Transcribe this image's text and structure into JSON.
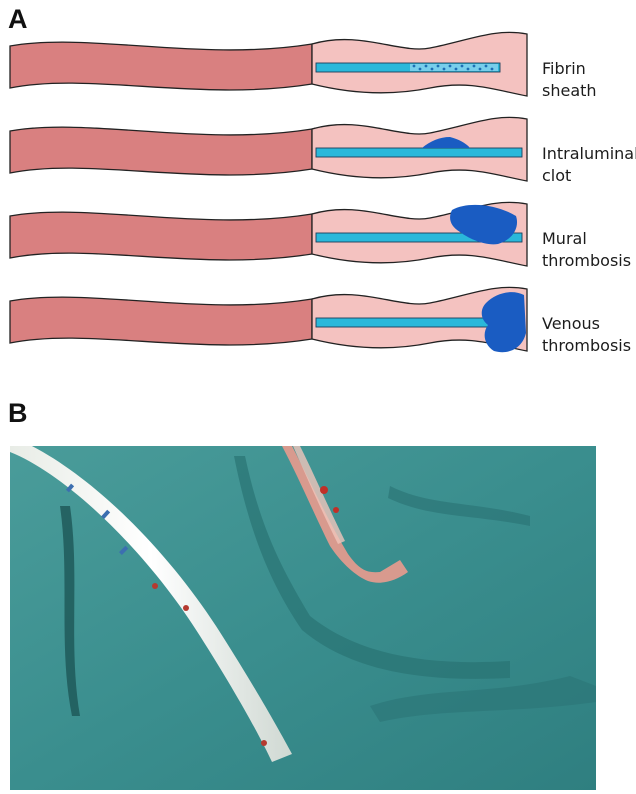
{
  "panels": {
    "a": {
      "letter": "A"
    },
    "b": {
      "letter": "B"
    }
  },
  "thrombosis_types": [
    {
      "lines": [
        "Fibrin",
        "sheath"
      ],
      "clot": "fibrin-sheath"
    },
    {
      "lines": [
        "Intraluminal",
        "clot"
      ],
      "clot": "intraluminal"
    },
    {
      "lines": [
        "Mural",
        "thrombosis"
      ],
      "clot": "mural"
    },
    {
      "lines": [
        "Venous",
        "thrombosis"
      ],
      "clot": "venous"
    }
  ],
  "colors": {
    "vessel_wall": "#d98080",
    "vessel_lumen": "#f4c2c0",
    "catheter": "#2ab8da",
    "clot": "#1a5cc2",
    "photo_drape": "#3a8e8e"
  },
  "photo": {
    "content": [
      "removed-catheter",
      "fibrin-sleeve",
      "surgical-drape"
    ]
  }
}
